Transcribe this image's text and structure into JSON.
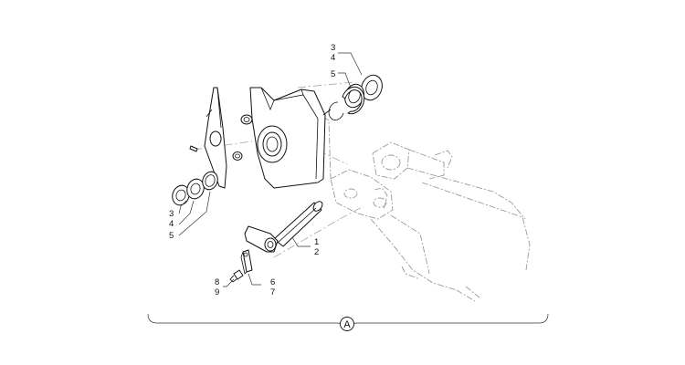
{
  "callouts": {
    "ring_top_3": "3",
    "ring_top_4": "4",
    "ring_top_5": "5",
    "ring_left_3": "3",
    "ring_left_4": "4",
    "ring_left_5": "5",
    "pin_1": "1",
    "pin_2": "2",
    "plate_6": "6",
    "plate_7": "7",
    "bolt_8": "8",
    "bolt_9": "9"
  },
  "view_label": "A"
}
